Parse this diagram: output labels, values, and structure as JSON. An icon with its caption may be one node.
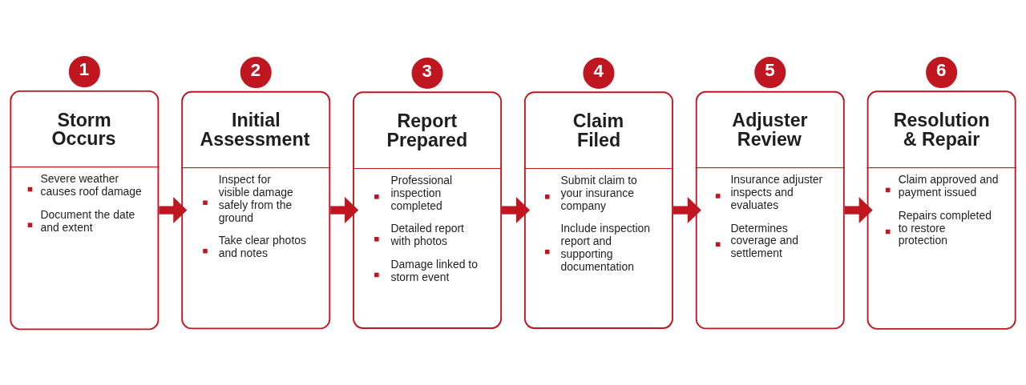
{
  "diagram": {
    "nodes": [
      {
        "text": [
          "1"
        ]
      },
      {
        "text": [
          "Storm Occurs",
          "Severe weather causes roof damage",
          "Document the date and extent"
        ]
      },
      {
        "text": [
          "2"
        ]
      },
      {
        "text": [
          "Initial Assessment",
          "Inspect for visible damage safely from the ground",
          "Take clear photos and notes"
        ]
      },
      {
        "text": [
          "3"
        ]
      },
      {
        "text": [
          "Report Prepared",
          "Professional inspection completed",
          "Detailed report with photos",
          "Damage linked to storm event"
        ]
      },
      {
        "text": [
          "4"
        ]
      },
      {
        "text": [
          "Claim Filed",
          "Submit claim to your insurance company",
          "Include inspection report and supporting documentation"
        ]
      },
      {
        "text": [
          "5"
        ]
      },
      {
        "text": [
          "Adjuster Review",
          "Insurance adjuster inspects and evaluates",
          "Determines coverage and settlement"
        ]
      },
      {
        "text": [
          "6"
        ]
      },
      {
        "text": [
          "Resolution & Repair",
          "Claim approved and payment issued",
          "Repairs completed to restore protection"
        ]
      }
    ],
    "edges": [
      {
        "from": 1,
        "to": 3,
        "arrow": "to"
      },
      {
        "from": 3,
        "to": 5,
        "arrow": "to"
      },
      {
        "from": 5,
        "to": 7,
        "arrow": "to"
      },
      {
        "from": 7,
        "to": 9,
        "arrow": "to"
      },
      {
        "from": 9,
        "to": 11,
        "arrow": "to"
      }
    ]
  }
}
